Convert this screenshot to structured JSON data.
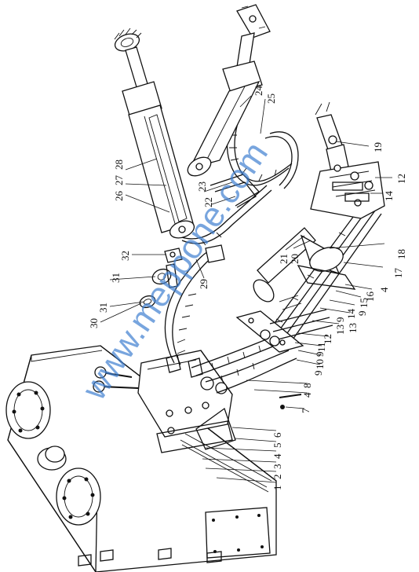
{
  "watermark": "www.meppone.com",
  "part_labels": [
    {
      "id": "label-1",
      "text": "1"
    },
    {
      "id": "label-2",
      "text": "2"
    },
    {
      "id": "label-3",
      "text": "3"
    },
    {
      "id": "label-4a",
      "text": "4"
    },
    {
      "id": "label-5",
      "text": "5"
    },
    {
      "id": "label-6",
      "text": "6"
    },
    {
      "id": "label-7",
      "text": "7"
    },
    {
      "id": "label-4b",
      "text": "4"
    },
    {
      "id": "label-8",
      "text": "8"
    },
    {
      "id": "label-9a",
      "text": "9"
    },
    {
      "id": "label-10",
      "text": "10"
    },
    {
      "id": "label-9b",
      "text": "9"
    },
    {
      "id": "label-11",
      "text": "11"
    },
    {
      "id": "label-12a",
      "text": "12"
    },
    {
      "id": "label-13a",
      "text": "13"
    },
    {
      "id": "label-9c",
      "text": "9"
    },
    {
      "id": "label-14a",
      "text": "14"
    },
    {
      "id": "label-13b",
      "text": "13"
    },
    {
      "id": "label-9d",
      "text": "9"
    },
    {
      "id": "label-15",
      "text": "15"
    },
    {
      "id": "label-16",
      "text": "16"
    },
    {
      "id": "label-4c",
      "text": "4"
    },
    {
      "id": "label-17",
      "text": "17"
    },
    {
      "id": "label-18",
      "text": "18"
    },
    {
      "id": "label-14b",
      "text": "14"
    },
    {
      "id": "label-12b",
      "text": "12"
    },
    {
      "id": "label-19",
      "text": "19"
    },
    {
      "id": "label-20",
      "text": "20"
    },
    {
      "id": "label-21",
      "text": "21"
    },
    {
      "id": "label-22",
      "text": "22"
    },
    {
      "id": "label-23",
      "text": "23"
    },
    {
      "id": "label-24",
      "text": "24"
    },
    {
      "id": "label-25",
      "text": "25"
    },
    {
      "id": "label-26",
      "text": "26"
    },
    {
      "id": "label-27",
      "text": "27"
    },
    {
      "id": "label-28",
      "text": "28"
    },
    {
      "id": "label-29",
      "text": "29"
    },
    {
      "id": "label-30",
      "text": "30"
    },
    {
      "id": "label-31a",
      "text": "31"
    },
    {
      "id": "label-31b",
      "text": "31"
    },
    {
      "id": "label-32",
      "text": "32"
    }
  ]
}
